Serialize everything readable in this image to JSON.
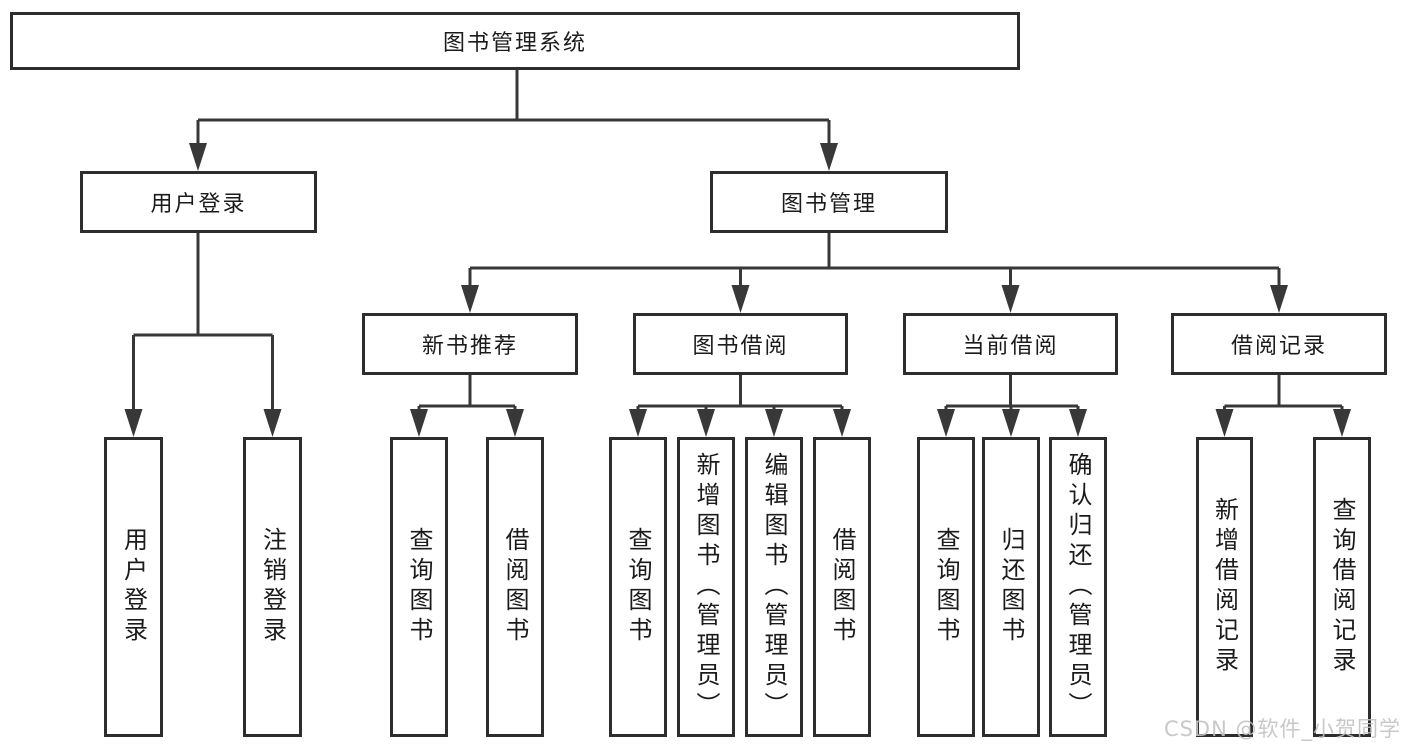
{
  "colors": {
    "background": "#ffffff",
    "line": "#383838",
    "box_border": "#2d2d2d",
    "text": "#1b1b1b",
    "watermark": "#c2c2c2"
  },
  "tree": {
    "root": {
      "label": "图书管理系统",
      "children": [
        {
          "label": "用户登录",
          "children": [
            {
              "label": "用户登录"
            },
            {
              "label": "注销登录"
            }
          ]
        },
        {
          "label": "图书管理",
          "children": [
            {
              "label": "新书推荐",
              "children": [
                {
                  "label": "查询图书"
                },
                {
                  "label": "借阅图书"
                }
              ]
            },
            {
              "label": "图书借阅",
              "children": [
                {
                  "label": "查询图书"
                },
                {
                  "label": "新增图书（管理员）"
                },
                {
                  "label": "编辑图书（管理员）"
                },
                {
                  "label": "借阅图书"
                }
              ]
            },
            {
              "label": "当前借阅",
              "children": [
                {
                  "label": "查询图书"
                },
                {
                  "label": "归还图书"
                },
                {
                  "label": "确认归还（管理员）"
                }
              ]
            },
            {
              "label": "借阅记录",
              "children": [
                {
                  "label": "新增借阅记录"
                },
                {
                  "label": "查询借阅记录"
                }
              ]
            }
          ]
        }
      ]
    }
  },
  "watermark": {
    "text": "CSDN @软件_小贺同学"
  }
}
